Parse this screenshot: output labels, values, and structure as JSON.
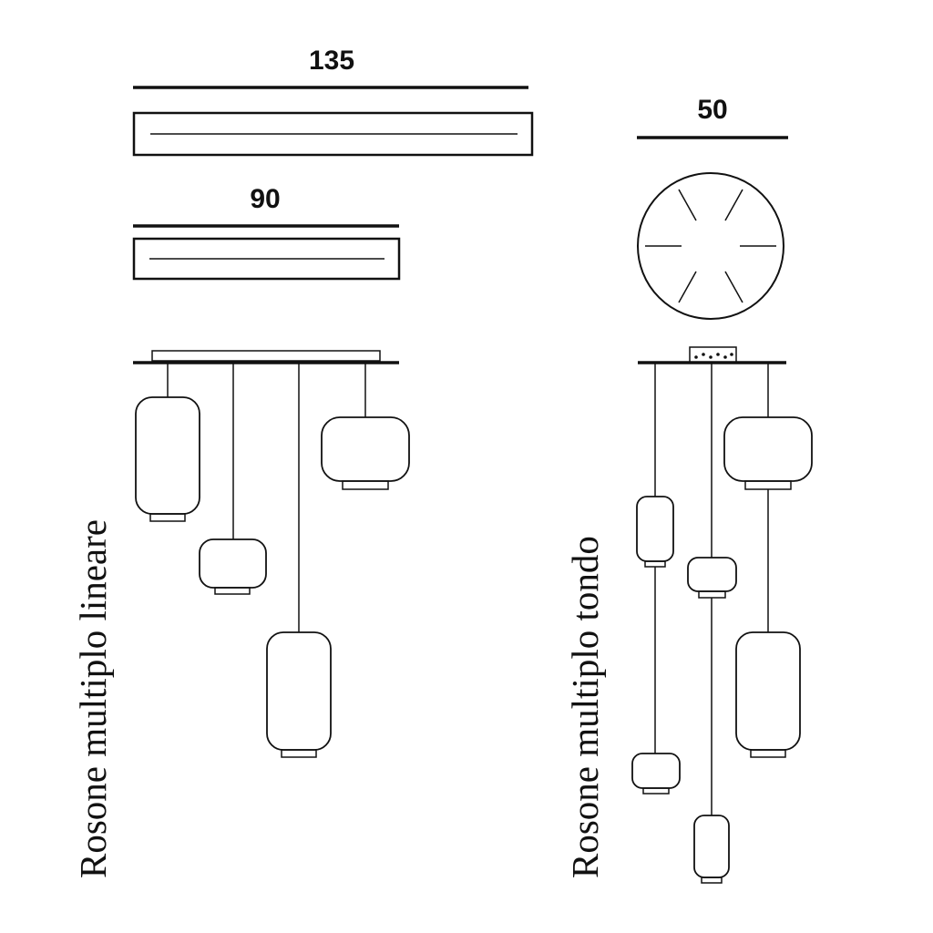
{
  "linear": {
    "dim_long": "135",
    "dim_short": "90",
    "caption": "Rosone multiplo lineare"
  },
  "round": {
    "dim_diameter": "50",
    "caption": "Rosone multiplo tondo"
  },
  "colors": {
    "ink": "#111111",
    "background": "#ffffff"
  }
}
